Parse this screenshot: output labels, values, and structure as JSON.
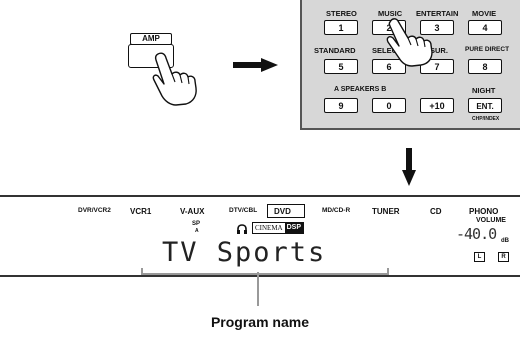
{
  "amp": {
    "label": "AMP"
  },
  "keypad": {
    "row1_labels": [
      "STEREO",
      "MUSIC",
      "ENTERTAIN",
      "MOVIE"
    ],
    "row1_keys": [
      "1",
      "2",
      "3",
      "4"
    ],
    "row2_labels": [
      "STANDARD",
      "SELECT",
      "SUR.",
      "PURE DIRECT"
    ],
    "row2_keys": [
      "5",
      "6",
      "7",
      "8"
    ],
    "row3_label_left": "A  SPEAKERS  B",
    "row3_label_right": "NIGHT",
    "row3_keys": [
      "9",
      "0",
      "+10",
      "ENT."
    ],
    "chp_index": "CHP/INDEX"
  },
  "display": {
    "sources": [
      "DVR/VCR2",
      "VCR1",
      "V-AUX",
      "DTV/CBL",
      "DVD",
      "MD/CD-R",
      "TUNER",
      "CD",
      "PHONO"
    ],
    "sp_label": "SP",
    "a_label": "A",
    "cinema_label": "CINEMA",
    "dsp_label": "DSP",
    "volume_label": "VOLUME",
    "volume_value": "-40.0",
    "db_label": "dB",
    "l_indicator": "L",
    "r_indicator": "R",
    "program_text": "TV Sports"
  },
  "caption": "Program name"
}
